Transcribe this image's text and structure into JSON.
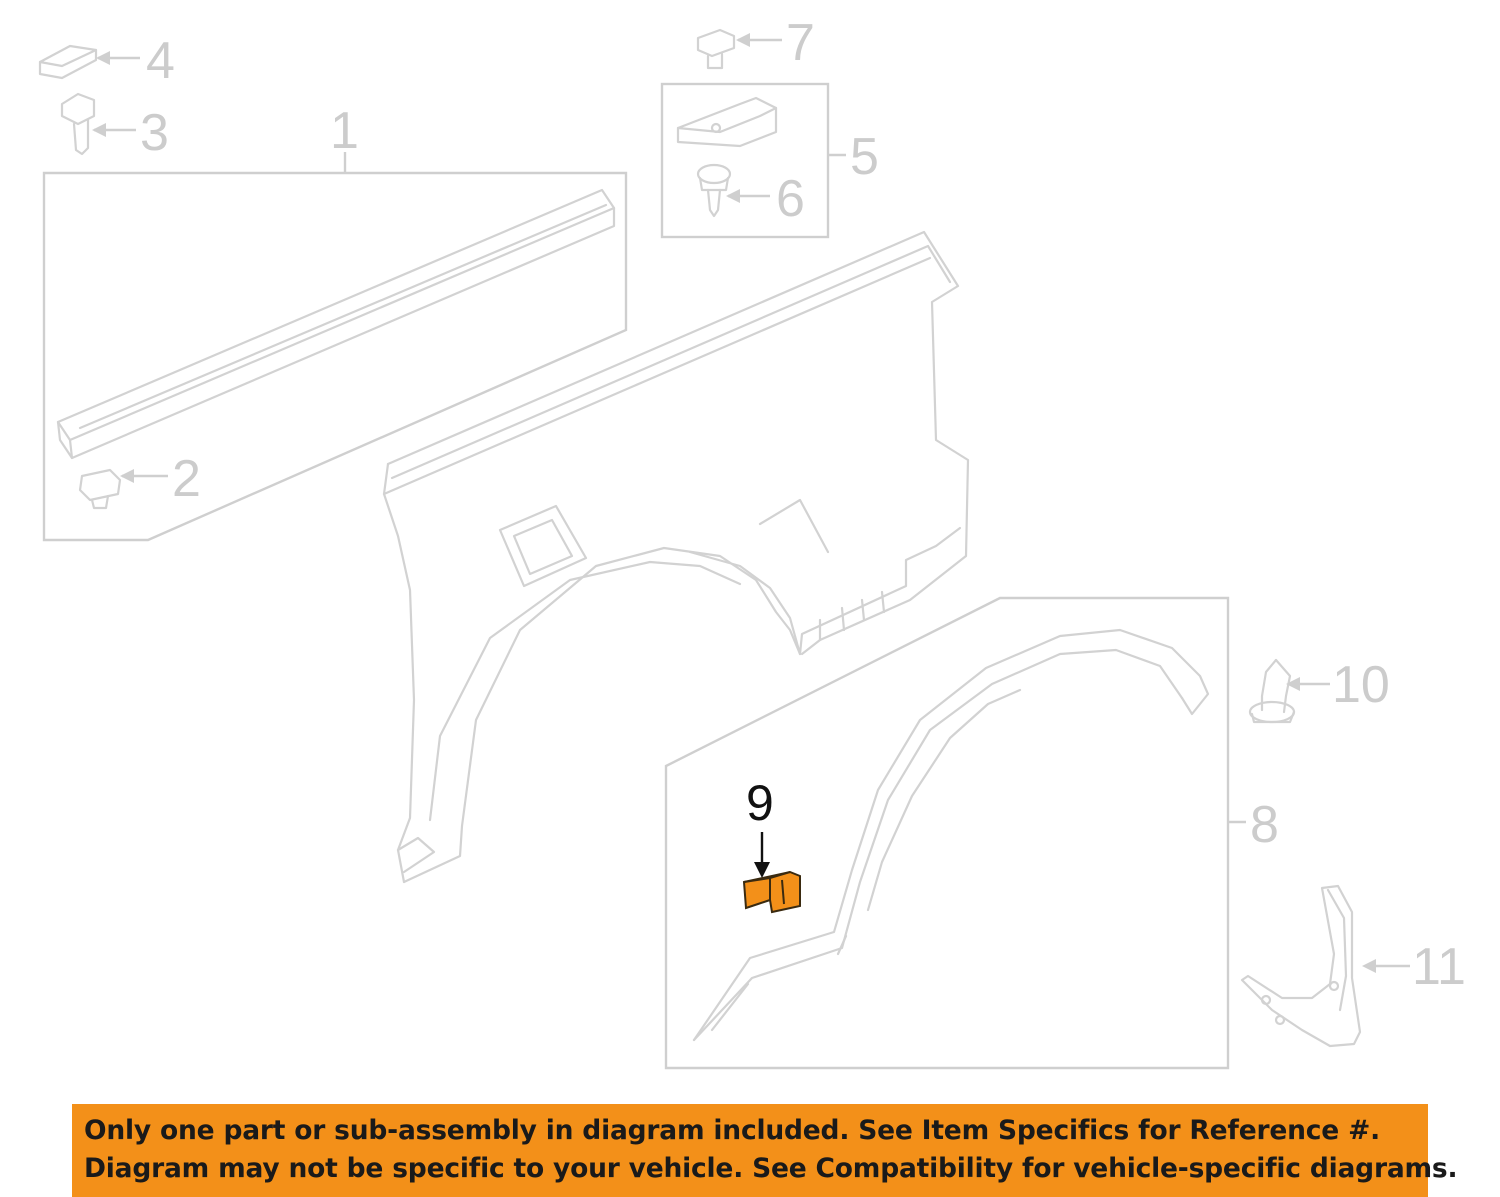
{
  "diagram": {
    "callouts": [
      "1",
      "2",
      "3",
      "4",
      "5",
      "6",
      "7",
      "8",
      "9",
      "10",
      "11"
    ],
    "highlighted_part": "9",
    "highlight_color": "#f39019",
    "ghost_line_color": "#d2d2d2"
  },
  "notice": {
    "line1": "Only one part or sub-assembly in diagram included. See Item Specifics for Reference #.",
    "line2": "Diagram may not be specific to your vehicle. See Compatibility for vehicle-specific diagrams.",
    "background": "#f39019"
  }
}
